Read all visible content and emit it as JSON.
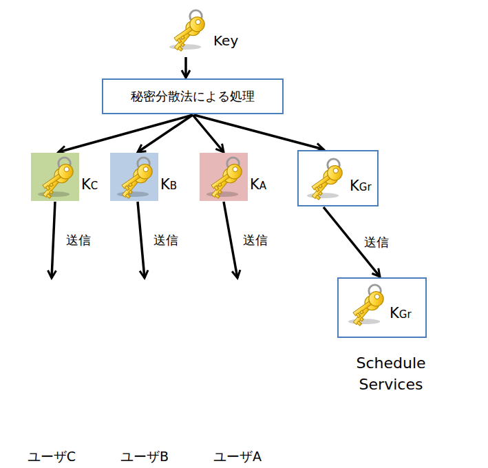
{
  "diagram": {
    "nodes": [
      {
        "text": [
          "Key"
        ]
      },
      {
        "text": [
          "秘密分散法による処理"
        ]
      },
      {
        "text": [
          "KC"
        ]
      },
      {
        "text": [
          "KB"
        ]
      },
      {
        "text": [
          "KA"
        ]
      },
      {
        "text": [
          "KGr"
        ]
      },
      {
        "text": [
          "ユーザC"
        ]
      },
      {
        "text": [
          "ユーザB"
        ]
      },
      {
        "text": [
          "ユーザA"
        ]
      },
      {
        "text": [
          "Schedule Services"
        ]
      },
      {
        "text": [
          "KGr"
        ],
        "in": 9
      }
    ],
    "edges": [
      {
        "from": 0,
        "to": 1,
        "arrow": "to"
      },
      {
        "from": 1,
        "to": 2,
        "arrow": "to"
      },
      {
        "from": 1,
        "to": 3,
        "arrow": "to"
      },
      {
        "from": 1,
        "to": 4,
        "arrow": "to"
      },
      {
        "from": 1,
        "to": 5,
        "arrow": "to"
      },
      {
        "from": 2,
        "to": 6,
        "label": "送信",
        "arrow": "to"
      },
      {
        "from": 3,
        "to": 7,
        "label": "送信",
        "arrow": "to"
      },
      {
        "from": 4,
        "to": 8,
        "label": "送信",
        "arrow": "to"
      },
      {
        "from": 5,
        "to": 10,
        "label": "送信",
        "arrow": "to"
      }
    ]
  }
}
